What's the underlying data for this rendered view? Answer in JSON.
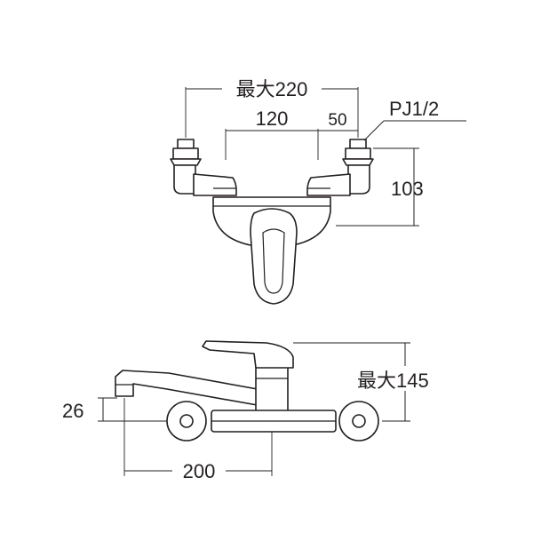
{
  "top_view": {
    "max_width_label": "最大220",
    "center_spacing_label": "120",
    "adjust_label": "50",
    "thread_label": "PJ1/2",
    "height_label": "103"
  },
  "side_view": {
    "max_height_label": "最大145",
    "spout_height_label": "26",
    "reach_label": "200"
  },
  "colors": {
    "line": "#231f20",
    "background": "#ffffff"
  }
}
